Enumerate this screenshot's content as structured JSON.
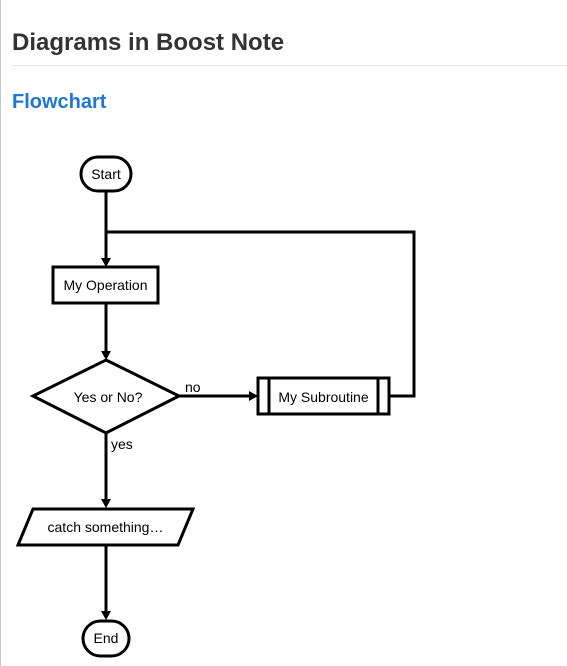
{
  "document": {
    "title": "Diagrams in Boost Note"
  },
  "section": {
    "title": "Flowchart"
  },
  "flowchart": {
    "nodes": {
      "start": "Start",
      "operation": "My Operation",
      "condition": "Yes or No?",
      "subroutine": "My Subroutine",
      "io": "catch something…",
      "end": "End"
    },
    "edges": {
      "no_label": "no",
      "yes_label": "yes"
    }
  }
}
